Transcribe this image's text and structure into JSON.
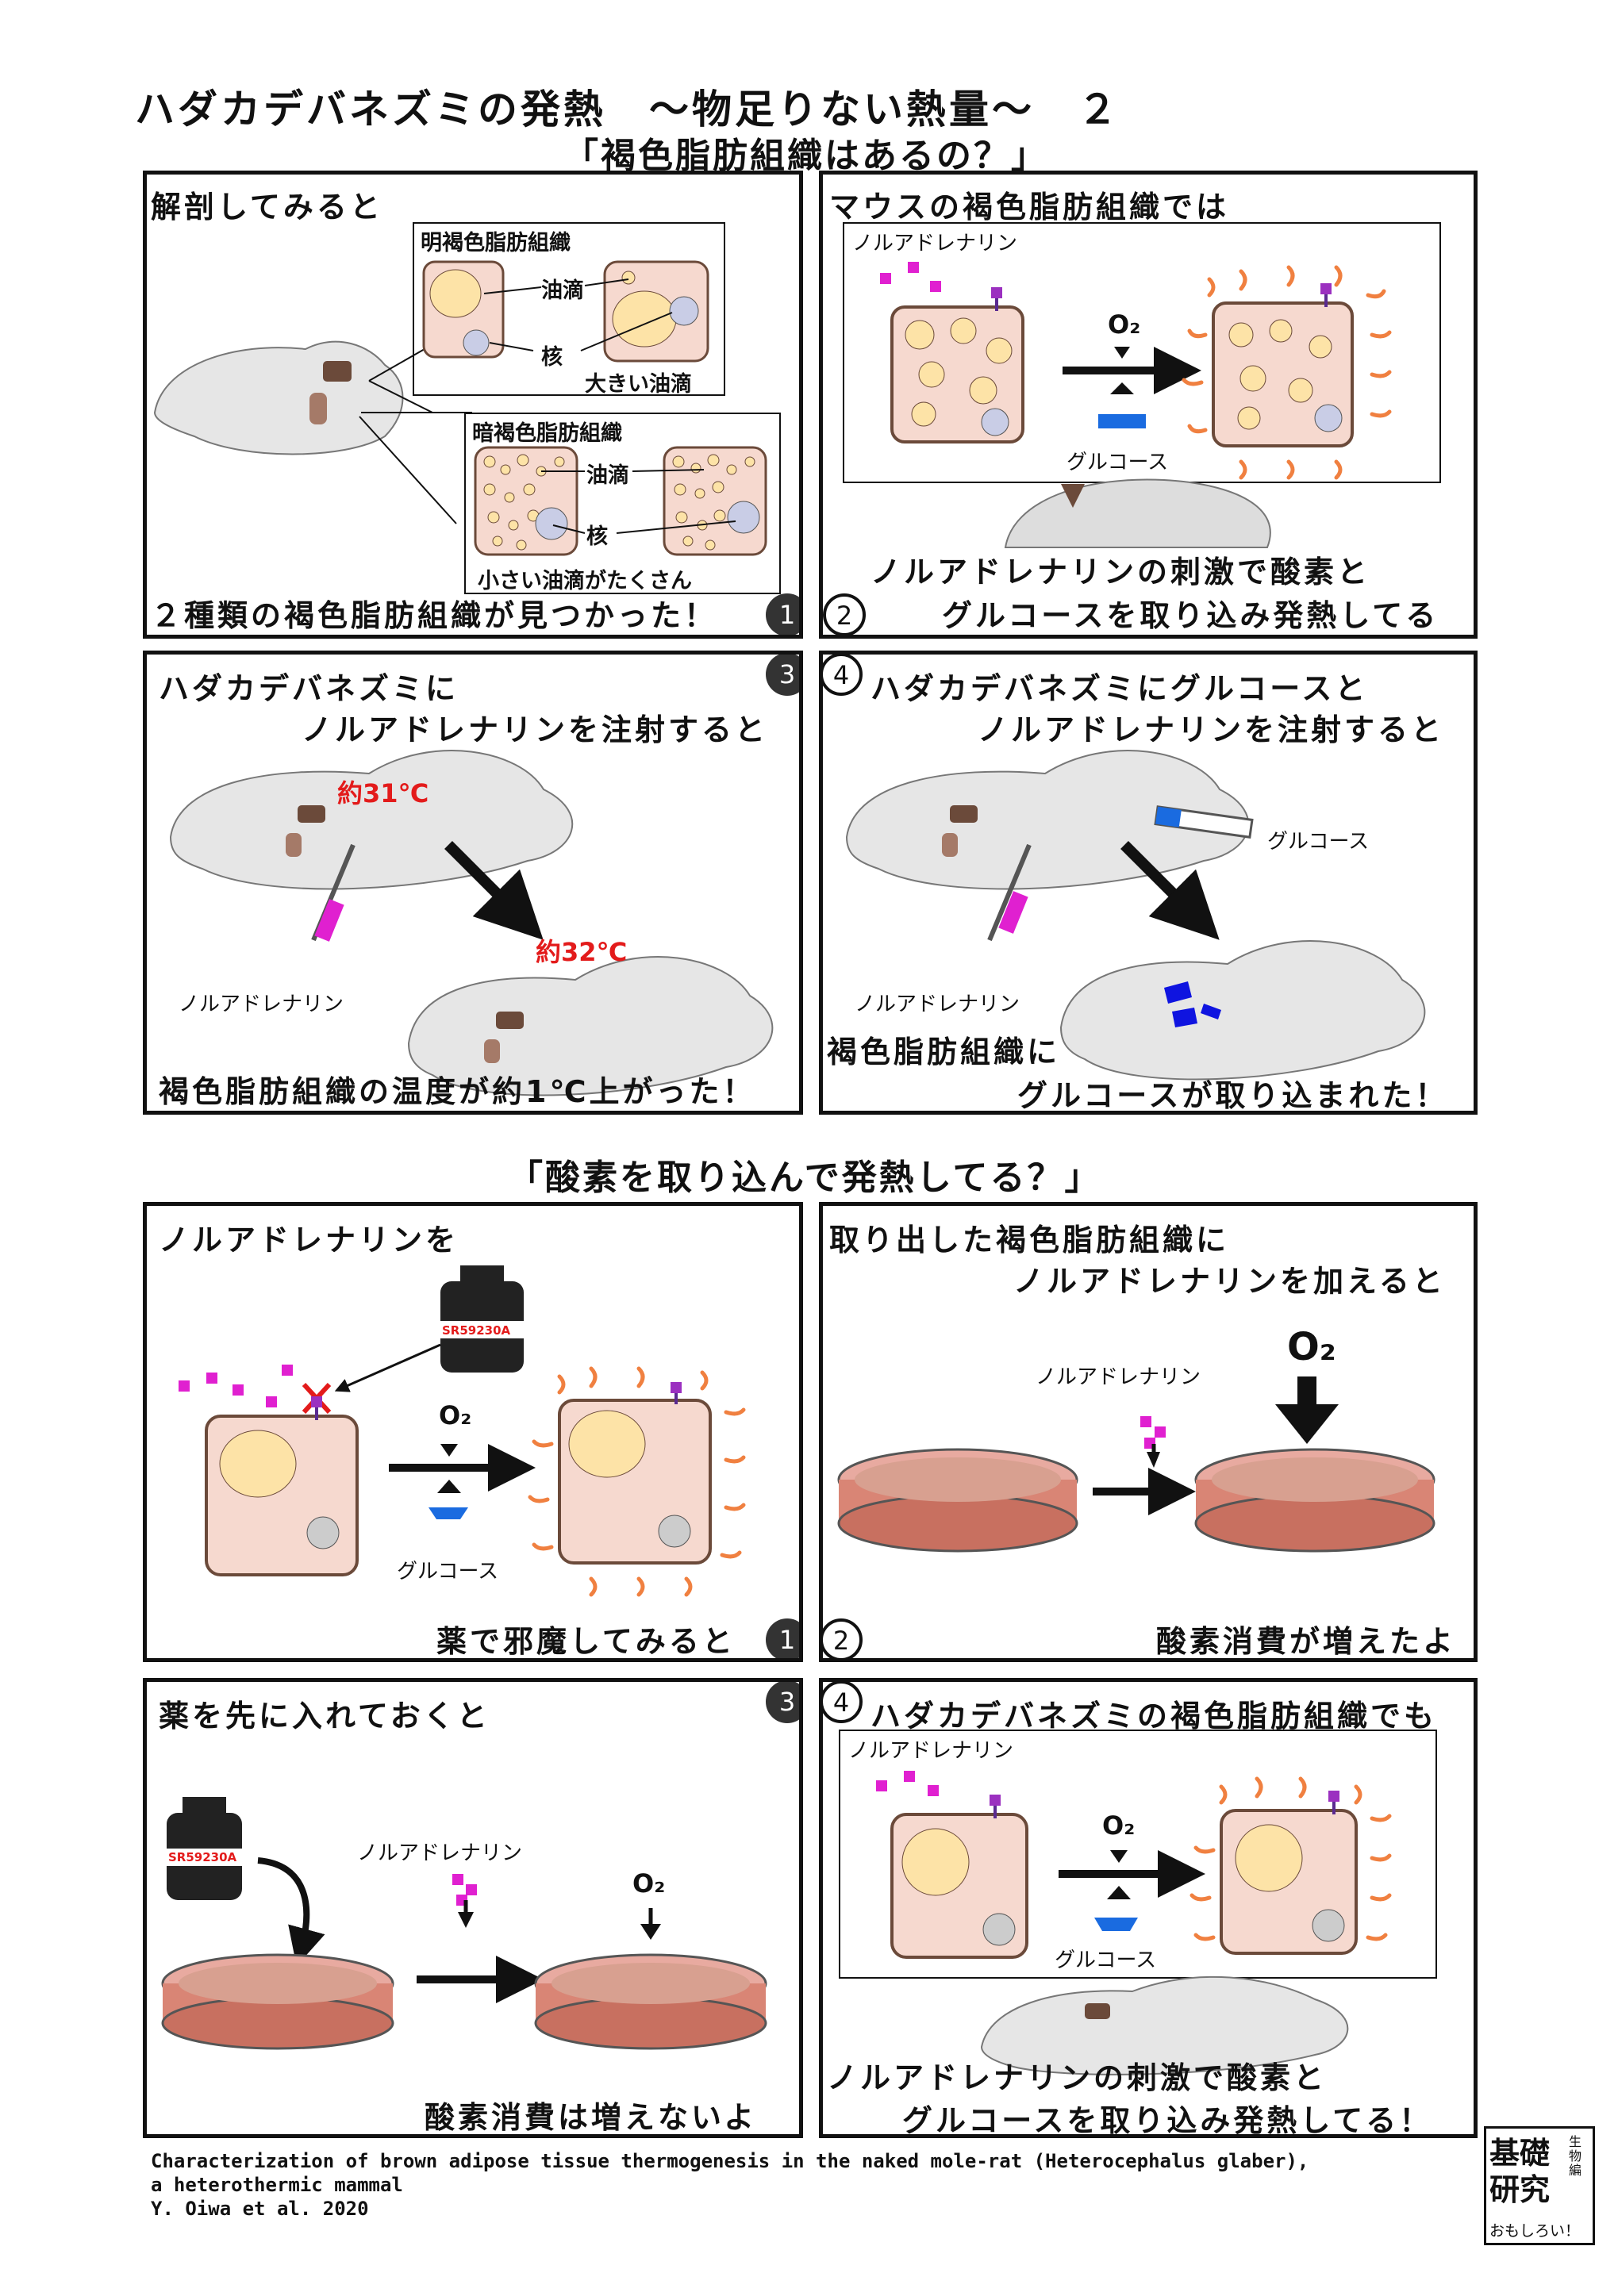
{
  "header": {
    "title": "ハダカデバネズミの発熱　〜物足りない熱量〜　２",
    "subtitle": "「褐色脂肪組織はあるの？」",
    "section2_title": "「酸素を取り込んで発熱してる？」"
  },
  "row1": {
    "p1": {
      "top_caption": "解剖してみると",
      "bottom_caption": "２種類の褐色脂肪組織が見つかった！",
      "light_bat_label": "明褐色脂肪組織",
      "dark_bat_label": "暗褐色脂肪組織",
      "lipid_label_1": "油滴",
      "nucleus_label_1": "核",
      "big_droplet_label": "大きい油滴",
      "lipid_label_2": "油滴",
      "nucleus_label_2": "核",
      "many_small_label": "小さい油滴がたくさん",
      "number": "1"
    },
    "p2": {
      "top_caption": "マウスの褐色脂肪組織では",
      "nor_label": "ノルアドレナリン",
      "o2_label": "O₂",
      "glucose_label": "グルコース",
      "bottom_caption_1": "ノルアドレナリンの刺激で酸素と",
      "bottom_caption_2": "グルコースを取り込み発熱してる",
      "number": "2"
    }
  },
  "row2": {
    "p3": {
      "top_caption_1": "ハダカデバネズミに",
      "top_caption_2": "ノルアドレナリンを注射すると",
      "temp_before": "約31℃",
      "temp_after": "約32℃",
      "nor_label": "ノルアドレナリン",
      "bottom_caption": "褐色脂肪組織の温度が約1℃上がった！",
      "number": "3"
    },
    "p4": {
      "top_caption_1": "ハダカデバネズミにグルコースと",
      "top_caption_2": "ノルアドレナリンを注射すると",
      "glucose_label": "グルコース",
      "nor_label": "ノルアドレナリン",
      "bottom_caption_1": "褐色脂肪組織に",
      "bottom_caption_2": "グルコースが取り込まれた！",
      "number": "4"
    }
  },
  "row3": {
    "p5": {
      "top_caption": "ノルアドレナリンを",
      "drug_label": "SR59230A",
      "o2_label": "O₂",
      "glucose_label": "グルコース",
      "bottom_caption": "薬で邪魔してみると",
      "number": "1"
    },
    "p6": {
      "top_caption_1": "取り出した褐色脂肪組織に",
      "top_caption_2": "ノルアドレナリンを加えると",
      "nor_label": "ノルアドレナリン",
      "o2_label": "O₂",
      "bottom_caption": "酸素消費が増えたよ",
      "number": "2"
    }
  },
  "row4": {
    "p7": {
      "top_caption": "薬を先に入れておくと",
      "drug_label": "SR59230A",
      "nor_label": "ノルアドレナリン",
      "o2_label": "O₂",
      "bottom_caption": "酸素消費は増えないよ",
      "number": "3"
    },
    "p8": {
      "top_caption": "ハダカデバネズミの褐色脂肪組織でも",
      "nor_label": "ノルアドレナリン",
      "o2_label": "O₂",
      "glucose_label": "グルコース",
      "bottom_caption_1": "ノルアドレナリンの刺激で酸素と",
      "bottom_caption_2": "グルコースを取り込み発熱してる！",
      "number": "4"
    }
  },
  "footer": {
    "citation_line1": "Characterization of brown adipose tissue thermogenesis in the naked mole-rat (Heterocephalus glaber),",
    "citation_line2": "a heterothermic mammal",
    "citation_line3": "Y. Oiwa et al. 2020",
    "logo_main": "基礎研究",
    "logo_side": "生物編",
    "logo_sub": "おもしろい！"
  },
  "colors": {
    "cell_fill": "#f6d9cf",
    "lipid": "#fde3a7",
    "nucleus": "#c9cde6",
    "heat": "#f08040",
    "glucose": "#1a6be0",
    "nor": "#e020d0",
    "alert": "#e31b1b"
  }
}
